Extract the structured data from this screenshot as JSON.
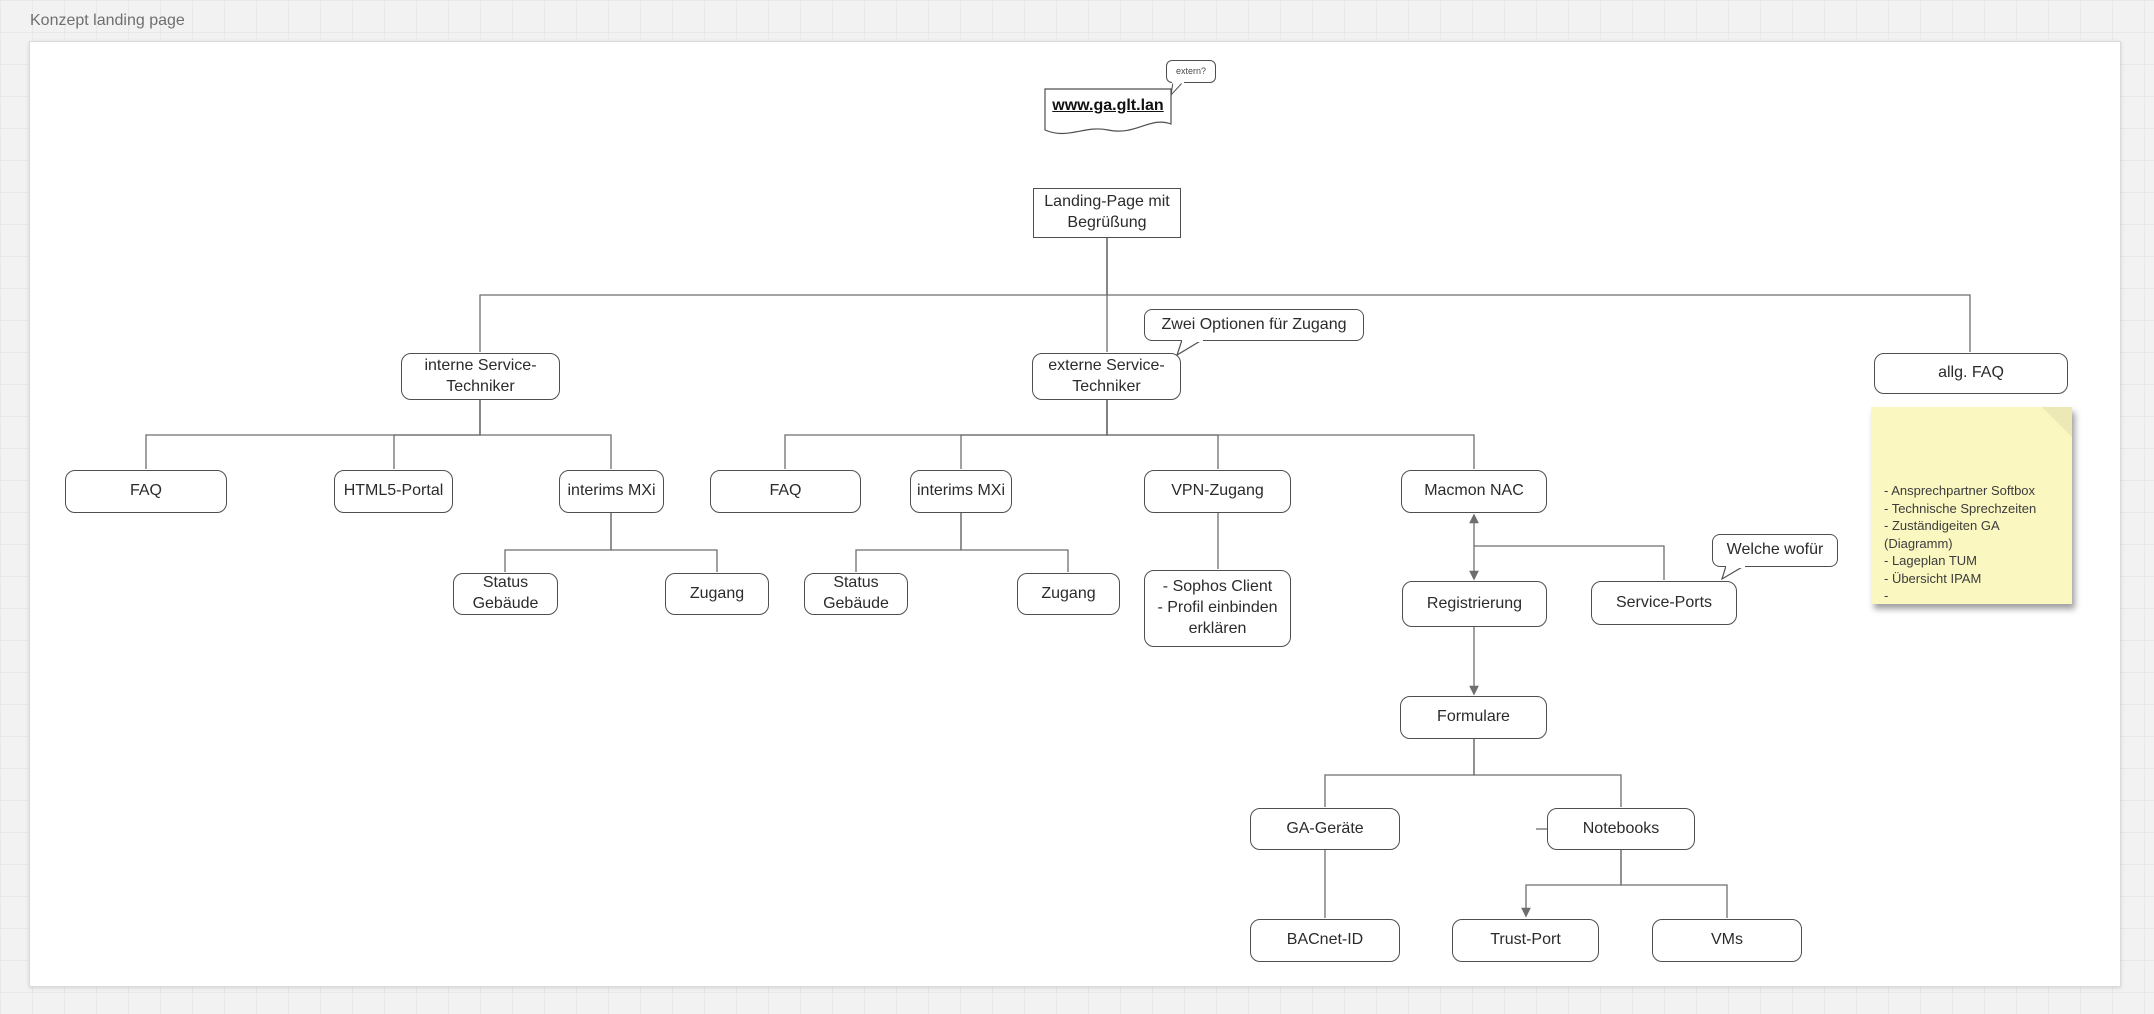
{
  "canvas": {
    "title": "Konzept landing page"
  },
  "colors": {
    "page_bg": "#ffffff",
    "grid_bg": "#f2f2f2",
    "note_bg": "#faf7c1",
    "edge": "#6e6e6e",
    "box_border": "#4f4f4f"
  },
  "callouts": {
    "extern": "extern?",
    "zwei": "Zwei Optionen für Zugang",
    "welche": "Welche wofür"
  },
  "nodes": {
    "url": "www.ga.glt.lan",
    "landing": "Landing-Page mit\nBegrüßung",
    "interne": "interne Service-\nTechniker",
    "externe": "externe Service-\nTechniker",
    "allg_faq": "allg. FAQ",
    "faq_left": "FAQ",
    "html5_portal": "HTML5-Portal",
    "mxi_left": "interims MXi",
    "faq_mid": "FAQ",
    "mxi_mid": "interims MXi",
    "vpn": "VPN-Zugang",
    "macmon": "Macmon NAC",
    "status_left": "Status\nGebäude",
    "zugang_left": "Zugang",
    "status_mid": "Status\nGebäude",
    "zugang_mid": "Zugang",
    "sophos": "- Sophos Client\n- Profil einbinden\nerklären",
    "registrierung": "Registrierung",
    "service_ports": "Service-Ports",
    "formulare": "Formulare",
    "ga_geraete": "GA-Geräte",
    "notebooks": "Notebooks",
    "bacnet": "BACnet-ID",
    "trust_port": "Trust-Port",
    "vms": "VMs"
  },
  "note": {
    "text": "- Ansprechpartner Softbox\n- Technische Sprechzeiten\n- Zuständigeiten GA\n(Diagramm)\n- Lageplan TUM\n- Übersicht IPAM\n-"
  }
}
